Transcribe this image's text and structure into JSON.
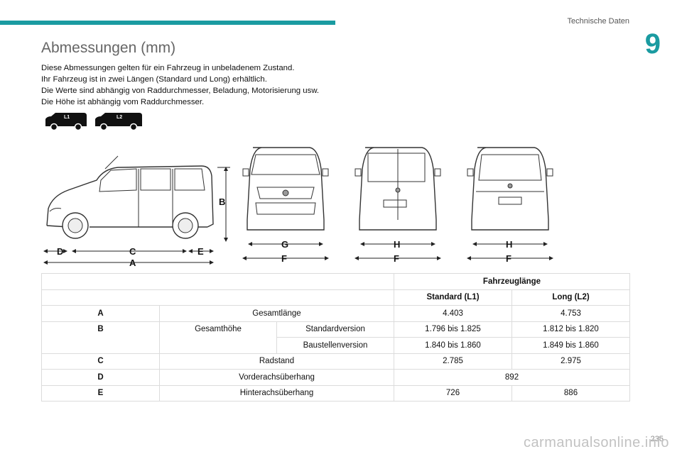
{
  "header": {
    "section_title": "Technische Daten",
    "chapter": "9"
  },
  "title": "Abmessungen (mm)",
  "intro_lines": [
    "Diese Abmessungen gelten für ein Fahrzeug in unbeladenem Zustand.",
    "Ihr Fahrzeug ist in zwei Längen (Standard und Long) erhältlich.",
    "Die Werte sind abhängig von Raddurchmesser, Beladung, Motorisierung usw.",
    "Die Höhe ist abhängig vom Raddurchmesser."
  ],
  "van_icons": [
    {
      "badge": "L1",
      "icon": "short-van-icon"
    },
    {
      "badge": "L2",
      "icon": "long-van-icon"
    }
  ],
  "dimension_labels": {
    "A": "A",
    "B": "B",
    "C": "C",
    "D": "D",
    "E": "E",
    "F": "F",
    "G": "G",
    "H": "H"
  },
  "table": {
    "group_header": "Fahrzeuglänge",
    "col_standard": "Standard (L1)",
    "col_long": "Long (L2)",
    "rows": [
      {
        "code": "A",
        "label": "Gesamtlänge",
        "standard": "4.403",
        "long": "4.753"
      },
      {
        "code": "B",
        "label": "Gesamthöhe",
        "sub": "Standardversion",
        "standard": "1.796 bis 1.825",
        "long": "1.812 bis 1.820"
      },
      {
        "sub": "Baustellenversion",
        "standard": "1.840 bis 1.860",
        "long": "1.849 bis 1.860"
      },
      {
        "code": "C",
        "label": "Radstand",
        "standard": "2.785",
        "long": "2.975"
      },
      {
        "code": "D",
        "label": "Vorderachsüberhang",
        "both": "892"
      },
      {
        "code": "E",
        "label": "Hinterachsüberhang",
        "standard": "726",
        "long": "886"
      }
    ]
  },
  "page_number": "235",
  "watermark": "carmanualsonline.info"
}
